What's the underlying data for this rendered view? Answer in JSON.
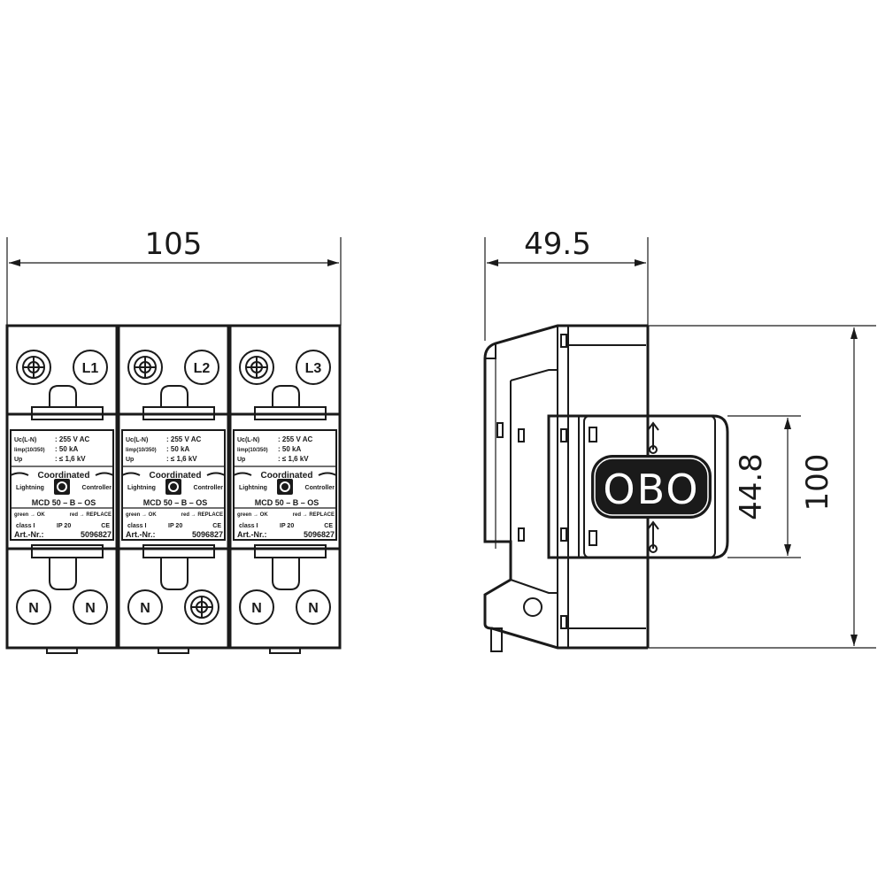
{
  "dimensions": {
    "front_width": "105",
    "side_width": "49.5",
    "front_module_height": "44.8",
    "total_height": "100"
  },
  "front_view": {
    "modules": [
      {
        "top_terminals": [
          "",
          "L1"
        ],
        "bottom_terminals": [
          "N",
          "N"
        ]
      },
      {
        "top_terminals": [
          "",
          "L2"
        ],
        "bottom_terminals": [
          "N",
          ""
        ]
      },
      {
        "top_terminals": [
          "",
          "L3"
        ],
        "bottom_terminals": [
          "N",
          "N"
        ]
      }
    ],
    "label": {
      "rating_lines": [
        {
          "symbol": "Uc(L-N)",
          "value": ":  255  V AC"
        },
        {
          "symbol": "Iimp(10/350)",
          "value": ":  50  kA"
        },
        {
          "symbol": "Up",
          "value": ":  ≤ 1,6  kV"
        }
      ],
      "banner_top": "Coordinated",
      "banner_left": "Lightning",
      "banner_right": "Controller",
      "model": "MCD 50 – B – OS",
      "status_left": "green → OK",
      "status_right": "red → REPLACE",
      "class": "class I",
      "ip": "IP 20",
      "mark": "CE",
      "art_label": "Art.-Nr.:",
      "art_number": "5096827"
    }
  },
  "side_view": {
    "logo": "OBO"
  }
}
